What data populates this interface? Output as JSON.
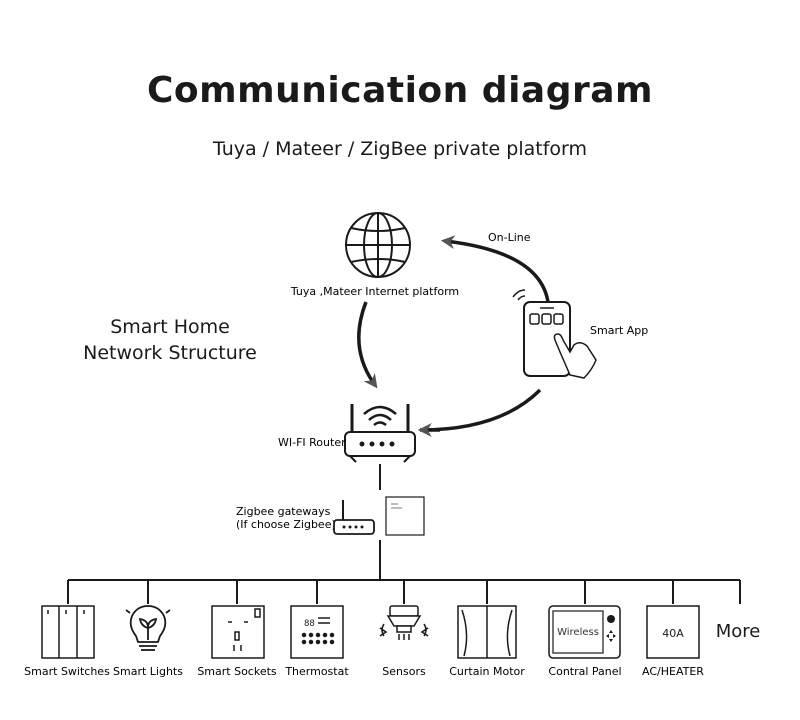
{
  "title": "Communication diagram",
  "subtitle": "Tuya / Mateer / ZigBee private platform",
  "network_structure": {
    "line1": "Smart Home",
    "line2": "Network Structure"
  },
  "labels": {
    "internet_platform": "Tuya ,Mateer  Internet platform",
    "online": "On-Line",
    "smart_app": "Smart App",
    "router": "WI-FI Router",
    "gateway_line1": "Zigbee gateways",
    "gateway_line2": "(If choose Zigbee)"
  },
  "devices": [
    {
      "name": "Smart Switches",
      "icon": "switch-icon"
    },
    {
      "name": "Smart Lights",
      "icon": "bulb-icon"
    },
    {
      "name": "Smart Sockets",
      "icon": "socket-icon"
    },
    {
      "name": "Thermostat",
      "icon": "thermostat-icon"
    },
    {
      "name": "Sensors",
      "icon": "sensor-icon"
    },
    {
      "name": "Curtain Motor",
      "icon": "curtain-icon"
    },
    {
      "name": "Contral Panel",
      "icon": "panel-icon",
      "screen_text": "Wireless"
    },
    {
      "name": "AC/HEATER",
      "icon": "ac-icon",
      "screen_text": "40A"
    }
  ],
  "more": "More"
}
